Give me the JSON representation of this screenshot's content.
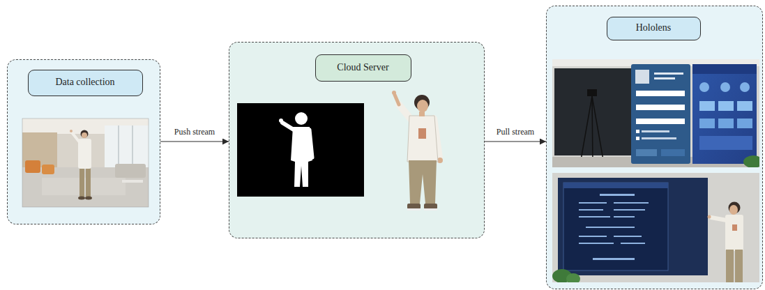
{
  "diagram": {
    "nodes": [
      {
        "text": []
      },
      {
        "text": [
          "Data collection"
        ],
        "in": 0
      },
      {
        "text": []
      },
      {
        "text": [
          "Cloud Server"
        ],
        "in": 2
      },
      {
        "text": []
      },
      {
        "text": [
          "Hololens"
        ],
        "in": 4
      }
    ],
    "edges": [
      {
        "from": 0,
        "to": 2,
        "label": "Push stream",
        "arrow": "to"
      },
      {
        "from": 2,
        "to": 4,
        "label": "Pull stream",
        "arrow": "to"
      }
    ]
  }
}
